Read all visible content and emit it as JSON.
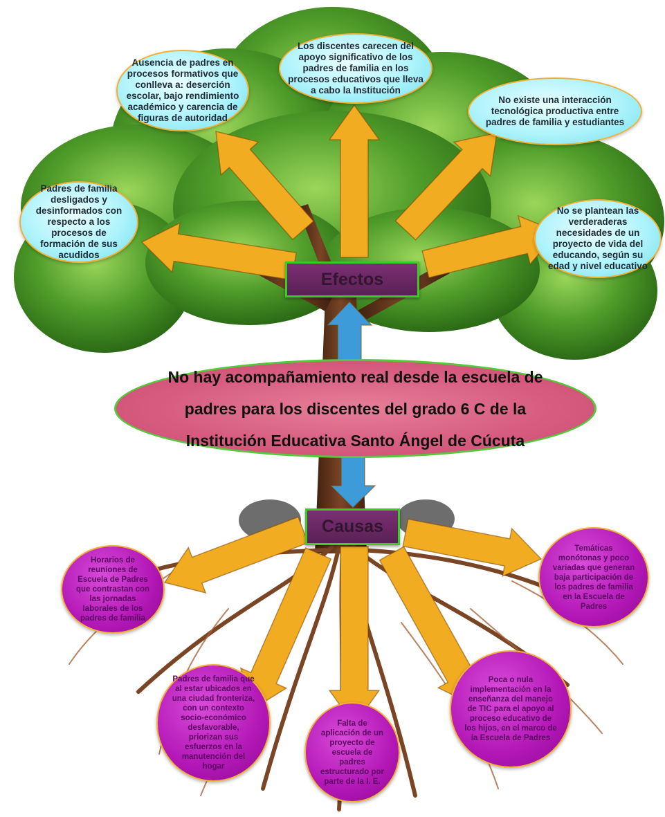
{
  "central": {
    "text": "No hay acompañamiento real desde la escuela de padres para los discentes del grado 6 C de la Institución Educativa Santo Ángel de Cúcuta"
  },
  "efectos": {
    "label": "Efectos",
    "items": [
      "Padres de familia desligados y desinformados con respecto a los procesos de formación de sus acudidos",
      "Ausencia de padres en procesos formativos que conlleva a: deserción escolar, bajo rendimiento académico y carencia de figuras de autoridad",
      "Los discentes carecen del apoyo significativo de los padres de familia en los procesos educativos que lleva a cabo la Institución",
      "No existe una interacción tecnológica productiva entre padres de familia y estudiantes",
      "No se plantean las verderaderas necesidades de un proyecto de vida del educando, según su edad y nivel educativo"
    ]
  },
  "causas": {
    "label": "Causas",
    "items": [
      "Horarios de reuniones de Escuela de Padres que contrastan con las jornadas laborales de los padres de familia",
      "Padres de familia que al estar ubicados en una ciudad fronteriza, con un contexto socio-económico desfavorable, priorizan sus esfuerzos en la manutención del hogar",
      "Falta de aplicación de un proyecto de escuela de padres estructurado por parte de la I. E.",
      "Poca o nula implementación en la enseñanza del manejo de TIC para el apoyo al proceso educativo de los hijos, en el marco de la Escuela de Padres",
      "Temáticas monótonas y poco variadas que generan baja participación de los padres de familia en la Escuela de Padres"
    ]
  },
  "colors": {
    "foliage": "#3f8f1f",
    "trunk": "#6b3a1d",
    "arrow_orange": "#f2ac22",
    "arrow_blue": "#3c9bd8",
    "cloud": "#aef3fb",
    "bubble": "#b317b6",
    "label_box": "#6a2a66",
    "label_border": "#3ccc28",
    "central": "#d65b7e"
  }
}
